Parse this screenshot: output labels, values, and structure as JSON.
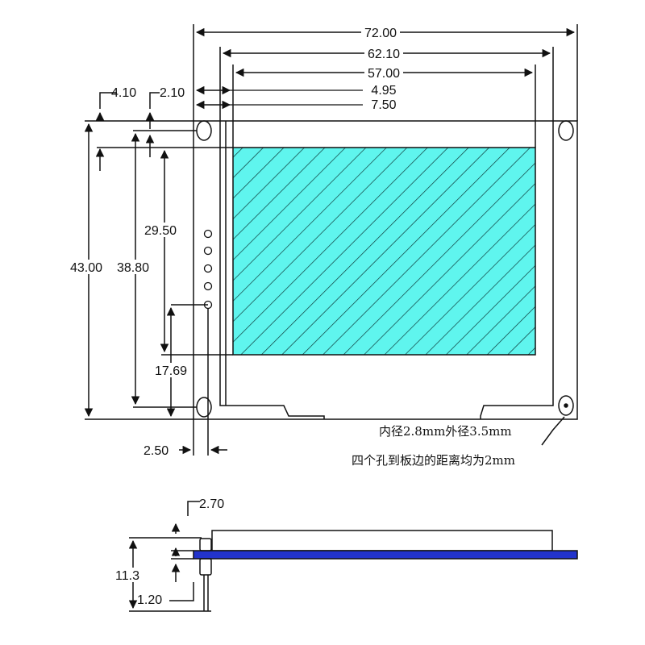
{
  "top_view": {
    "dimensions": {
      "board_width": "72.00",
      "hole_spacing": "62.10",
      "active_area_width": "57.00",
      "active_area_offset": "4.95",
      "display_offset": "7.50",
      "vertical_offset_a": "4.10",
      "vertical_offset_b": "2.10",
      "board_height": "43.00",
      "hole_spacing_vertical": "38.80",
      "active_area_height": "29.50",
      "pin_height": "17.69",
      "pin_offset": "2.50"
    },
    "note_line1": "内径2.8mm外径3.5mm",
    "note_line2": "四个孔到板边的距离均为2mm"
  },
  "side_view": {
    "dimensions": {
      "thickness": "2.70",
      "total_height": "11.3",
      "pcb_thickness": "1.20"
    }
  },
  "colors": {
    "active_area_fill": "#5ff5ee",
    "active_area_hatch": "#0d3a3a",
    "pcb_blue": "#2233cc",
    "line": "#111111"
  }
}
